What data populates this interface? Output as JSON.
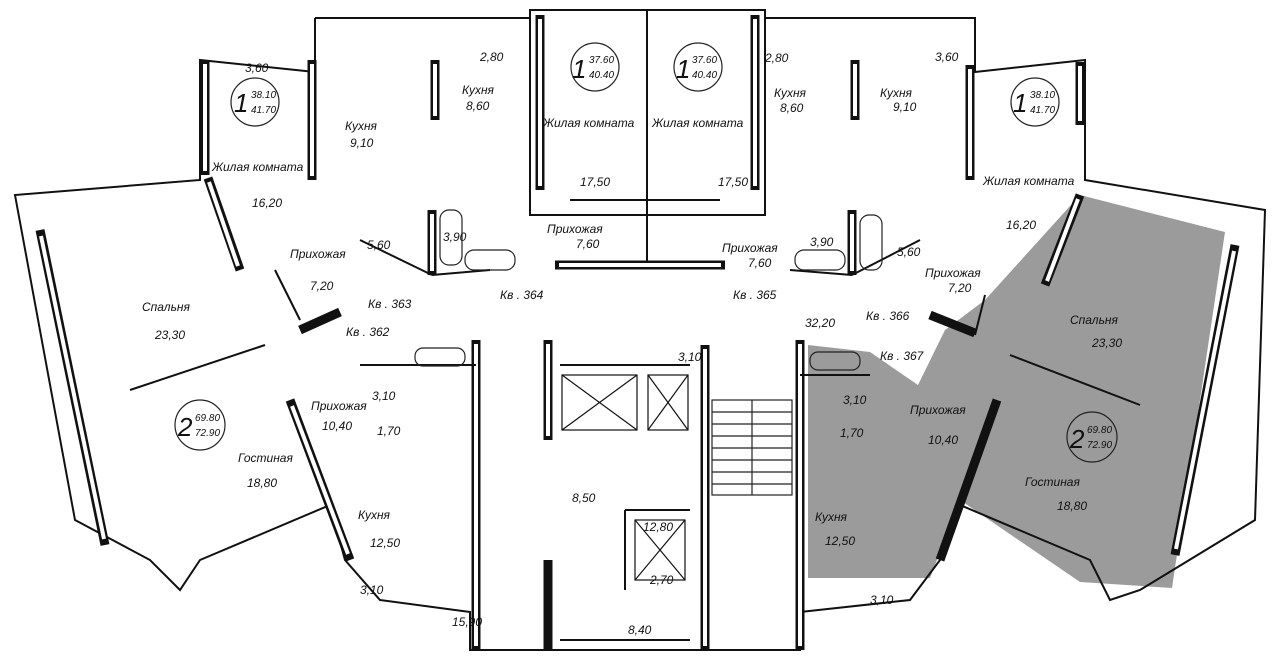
{
  "apartments": {
    "a363": {
      "rooms": "1",
      "area_living": "38.10",
      "area_total": "41.70",
      "kitchen": "Кухня",
      "kitchen_area": "9,10",
      "living": "Жилая комната",
      "living_area": "16,20",
      "hall": "Прихожая",
      "hall_area": "7,20",
      "bath_area": "5,60",
      "balcony_area": "3,60",
      "number": "Кв . 363"
    },
    "a364": {
      "rooms": "1",
      "area_living": "37.60",
      "area_total": "40.40",
      "kitchen": "Кухня",
      "kitchen_area": "8,60",
      "living": "Жилая комната",
      "living_area": "17,50",
      "hall": "Прихожая",
      "hall_area": "7,60",
      "bath_area": "3,90",
      "balcony_area": "2,80",
      "number": "Кв . 364"
    },
    "a365": {
      "rooms": "1",
      "area_living": "37.60",
      "area_total": "40.40",
      "kitchen": "Кухня",
      "kitchen_area": "8,60",
      "living": "Жилая комната",
      "living_area": "17,50",
      "hall": "Прихожая",
      "hall_area": "7,60",
      "bath_area": "3,90",
      "balcony_area": "2,80",
      "number": "Кв . 365"
    },
    "a366": {
      "rooms": "1",
      "area_living": "38.10",
      "area_total": "41.70",
      "kitchen": "Кухня",
      "kitchen_area": "9,10",
      "living": "Жилая комната",
      "living_area": "16,20",
      "hall": "Прихожая",
      "hall_area": "7,20",
      "bath_area": "5,60",
      "balcony_area": "3,60",
      "number": "Кв . 366"
    },
    "a362": {
      "rooms": "2",
      "area_living": "69.80",
      "area_total": "72.90",
      "bedroom": "Спальня",
      "bedroom_area": "23,30",
      "lounge": "Гостиная",
      "lounge_area": "18,80",
      "hall": "Прихожая",
      "hall_area": "10,40",
      "kitchen": "Кухня",
      "kitchen_area": "12,50",
      "bath_area": "3,10",
      "wc_area": "1,70",
      "balcony_area": "3,10",
      "number": "Кв . 362"
    },
    "a367": {
      "rooms": "2",
      "area_living": "69.80",
      "area_total": "72.90",
      "bedroom": "Спальня",
      "bedroom_area": "23,30",
      "lounge": "Гостиная",
      "lounge_area": "18,80",
      "hall": "Прихожая",
      "hall_area": "10,40",
      "kitchen": "Кухня",
      "kitchen_area": "12,50",
      "bath_area": "3,10",
      "wc_area": "1,70",
      "balcony_area": "3,10",
      "number": "Кв . 367"
    }
  },
  "common": {
    "corridor_area": "32,20",
    "vestibule_area": "3,10",
    "lift_hall_area": "8,50",
    "stair_area": "12,80",
    "tambour_area": "2,70",
    "lobby_area": "8,40",
    "left_hall_area": "15,90"
  },
  "colors": {
    "highlight": "#8a8a8a",
    "wall": "#111111"
  }
}
